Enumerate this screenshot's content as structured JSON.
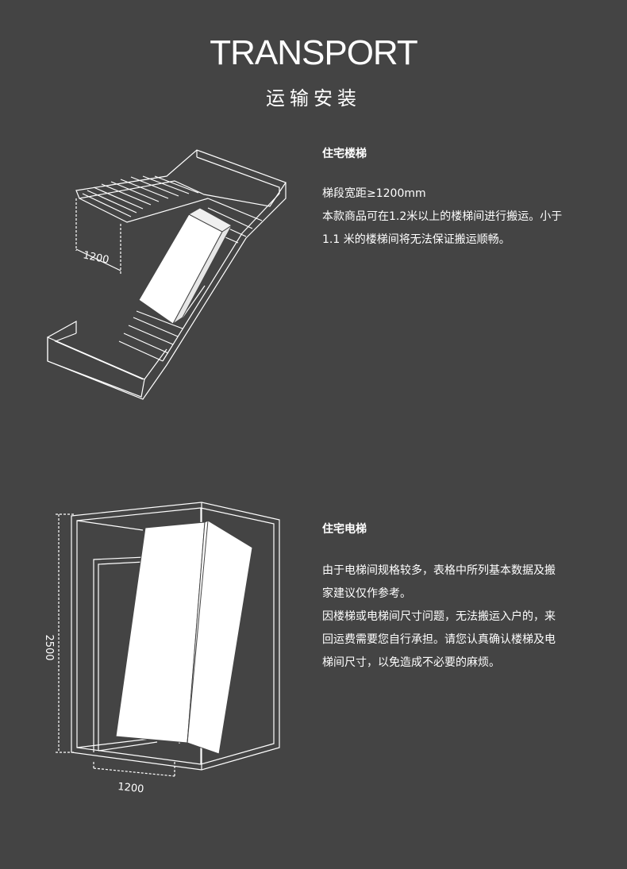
{
  "header": {
    "title": "TRANSPORT",
    "subtitle": "运输安装"
  },
  "stairs": {
    "heading": "住宅楼梯",
    "line1": "梯段宽距≥1200mm",
    "line2": "本款商品可在1.2米以上的楼梯间进行搬运。小于",
    "line3": "1.1 米的楼梯间将无法保证搬运顺畅。",
    "dimension_label": "1200"
  },
  "elevator": {
    "heading": "住宅电梯",
    "line1": "由于电梯间规格较多，表格中所列基本数据及搬",
    "line2": "家建议仅作参考。",
    "line3": "因楼梯或电梯间尺寸问题，无法搬运入户的，来",
    "line4": "回运费需要您自行承担。请您认真确认楼梯及电",
    "line5": "梯间尺寸，以免造成不必要的麻烦。",
    "width_label": "1200",
    "height_label": "2500"
  },
  "colors": {
    "background": "#444444",
    "line": "#ffffff"
  }
}
